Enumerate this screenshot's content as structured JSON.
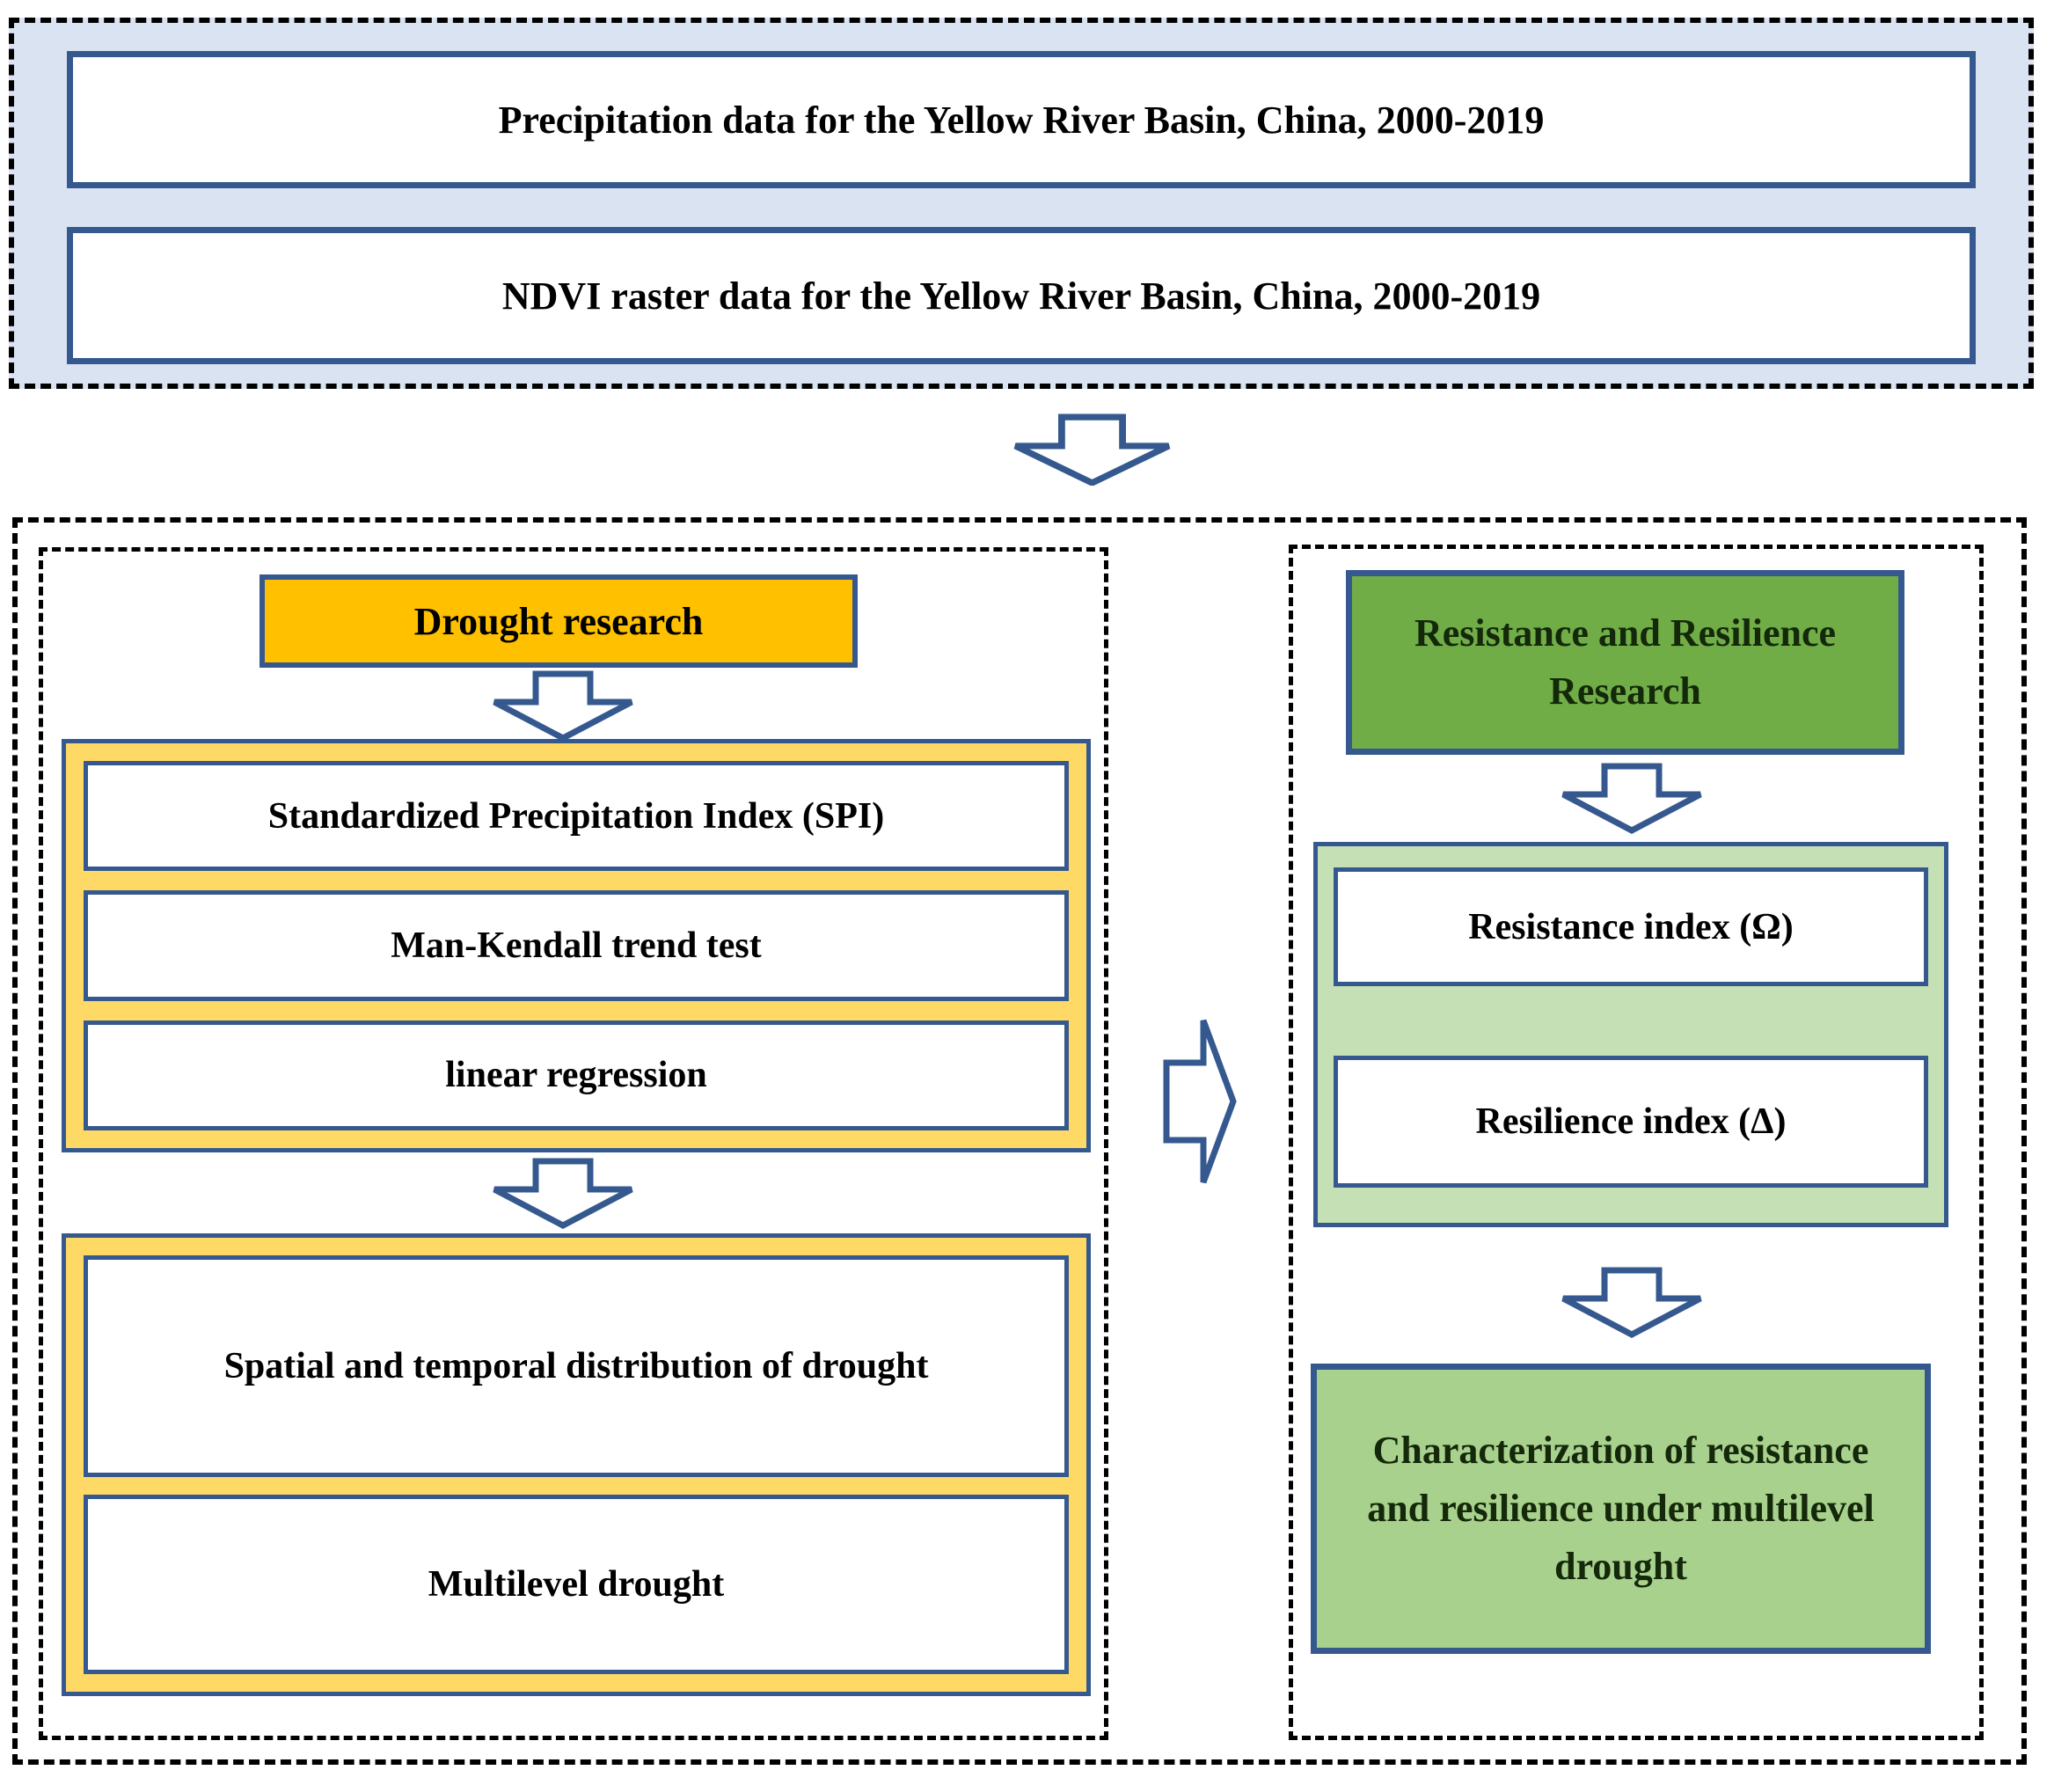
{
  "colors": {
    "blue_border": "#35598f",
    "panel_blue": "#dae3f1",
    "orange": "#ffc000",
    "light_yellow": "#ffd966",
    "green": "#70ad47",
    "light_green": "#c5e0b4",
    "medium_green": "#a9d18e",
    "green_text": "#14280a"
  },
  "top_panel": {
    "precipitation": "Precipitation data for the Yellow River Basin, China, 2000-2019",
    "ndvi": "NDVI raster data for the Yellow River Basin, China, 2000-2019"
  },
  "drought": {
    "header": "Drought research",
    "methods": [
      "Standardized Precipitation Index (SPI)",
      "Man-Kendall trend test",
      "linear regression"
    ],
    "results": [
      "Spatial and temporal distribution of drought",
      "Multilevel drought"
    ]
  },
  "resistance": {
    "header": "Resistance and Resilience Research",
    "indices": [
      "Resistance index (Ω)",
      "Resilience index (Δ)"
    ],
    "outcome": "Characterization of resistance and resilience under multilevel drought"
  }
}
